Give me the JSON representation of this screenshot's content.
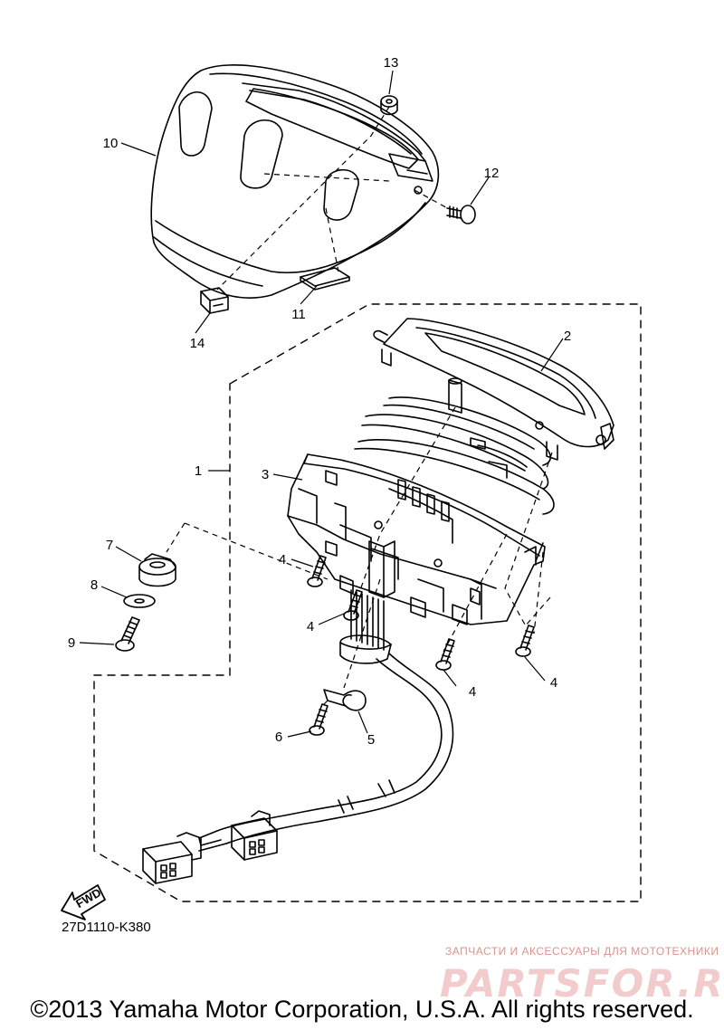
{
  "callouts": [
    "13",
    "10",
    "12",
    "11",
    "14",
    "2",
    "1",
    "3",
    "7",
    "4",
    "8",
    "4",
    "9",
    "4",
    "4",
    "6",
    "5"
  ],
  "fwd_label": "FWD",
  "part_code": "27D1110-K380",
  "watermark": {
    "tagline": "ЗАПЧАСТИ И АКСЕССУАРЫ ДЛЯ МОТОТЕХНИКИ",
    "logo": "PARTSFOR.RU"
  },
  "copyright": "©2013 Yamaha Motor Corporation, U.S.A. All rights reserved."
}
